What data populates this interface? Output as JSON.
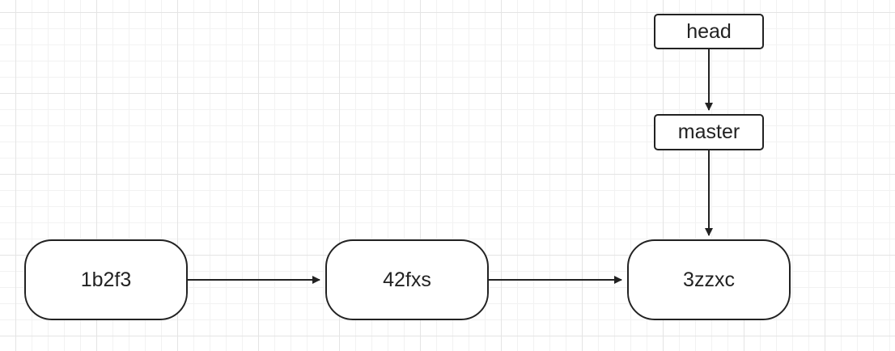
{
  "diagram": {
    "commits": [
      {
        "label": "1b2f3"
      },
      {
        "label": "42fxs"
      },
      {
        "label": "3zzxc"
      }
    ],
    "refs": {
      "head": {
        "label": "head"
      },
      "master": {
        "label": "master"
      }
    },
    "edges": [
      {
        "from": "commits.0",
        "to": "commits.1"
      },
      {
        "from": "commits.1",
        "to": "commits.2"
      },
      {
        "from": "refs.head",
        "to": "refs.master"
      },
      {
        "from": "refs.master",
        "to": "commits.2"
      }
    ],
    "colors": {
      "stroke": "#222222",
      "node_fill": "#ffffff",
      "grid": "#e4e4e4"
    }
  }
}
